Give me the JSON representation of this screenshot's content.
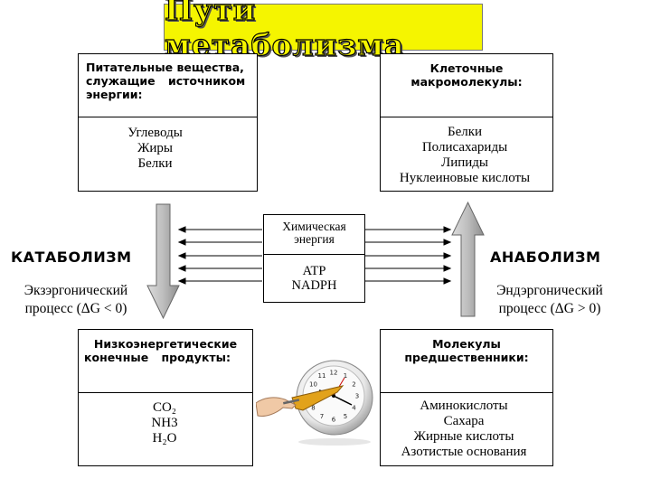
{
  "title": "Пути метаболизма",
  "nutrients": {
    "header": [
      "Питательные вещества,",
      "служащие источником",
      "энергии:"
    ],
    "items": [
      "Углеводы",
      "Жиры",
      "Белки"
    ]
  },
  "macromolecules": {
    "header": [
      "Клеточные",
      "макромолекулы:"
    ],
    "items": [
      "Белки",
      "Полисахариды",
      "Липиды",
      "Нуклеиновые кислоты"
    ]
  },
  "energy": {
    "top": [
      "Химическая",
      "энергия"
    ],
    "bottom": [
      "ATP",
      "NADPH"
    ]
  },
  "catabolism": {
    "label": "КАТАБОЛИЗМ",
    "process": [
      "Экзэргонический",
      "процесс (ΔG < 0)"
    ]
  },
  "anabolism": {
    "label": "АНАБОЛИЗМ",
    "process": [
      "Эндэргонический",
      "процесс (ΔG > 0)"
    ]
  },
  "end_products": {
    "header": [
      "Низкоэнергетические",
      "конечные продукты:"
    ],
    "items": [
      "CO₂",
      "NH3",
      "H₂O"
    ]
  },
  "precursors": {
    "header": [
      "Молекулы",
      "предшественники:"
    ],
    "items": [
      "Аминокислоты",
      "Сахара",
      "Жирные кислоты",
      "Азотистые основания"
    ]
  },
  "clock": {
    "numbers": [
      "12",
      "1",
      "2",
      "3",
      "4",
      "5",
      "6",
      "7",
      "8",
      "9",
      "10",
      "11"
    ]
  },
  "colors": {
    "title_bg": "#f5f500",
    "arrow_fill": "#b5b5b5"
  }
}
